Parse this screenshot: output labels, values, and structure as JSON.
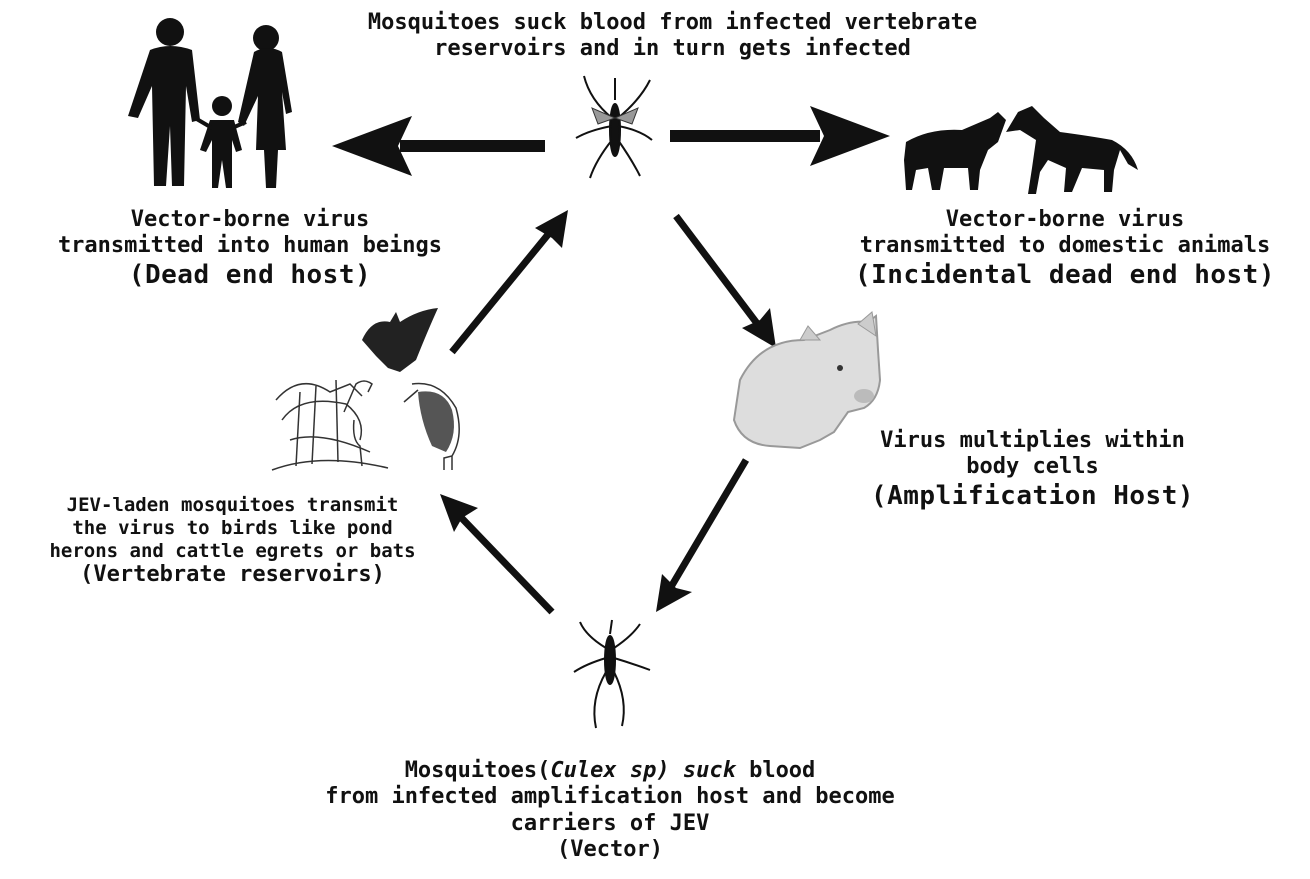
{
  "top": {
    "line1": "Mosquitoes suck blood from infected vertebrate",
    "line2": "reservoirs and in turn gets infected"
  },
  "human": {
    "line1": "Vector-borne virus",
    "line2": "transmitted into human beings",
    "host": "(Dead end host)"
  },
  "animals": {
    "line1": "Vector-borne virus",
    "line2": "transmitted to domestic animals",
    "host": "(Incidental dead end host)"
  },
  "pig": {
    "line1": "Virus multiplies within",
    "line2": "body cells",
    "host": "(Amplification Host)"
  },
  "reservoir": {
    "line1": "JEV-laden mosquitoes transmit",
    "line2": "the virus to birds like pond",
    "line3": "herons and cattle egrets or bats",
    "host": "(Vertebrate reservoirs)"
  },
  "vector": {
    "line1_a": "Mosquitoes(",
    "line1_b": "Culex sp) suck",
    "line1_c": " blood",
    "line2": "from infected amplification host and become",
    "line3": "carriers of JEV",
    "host": "(Vector)"
  },
  "colors": {
    "ink": "#111111",
    "background": "#ffffff"
  }
}
